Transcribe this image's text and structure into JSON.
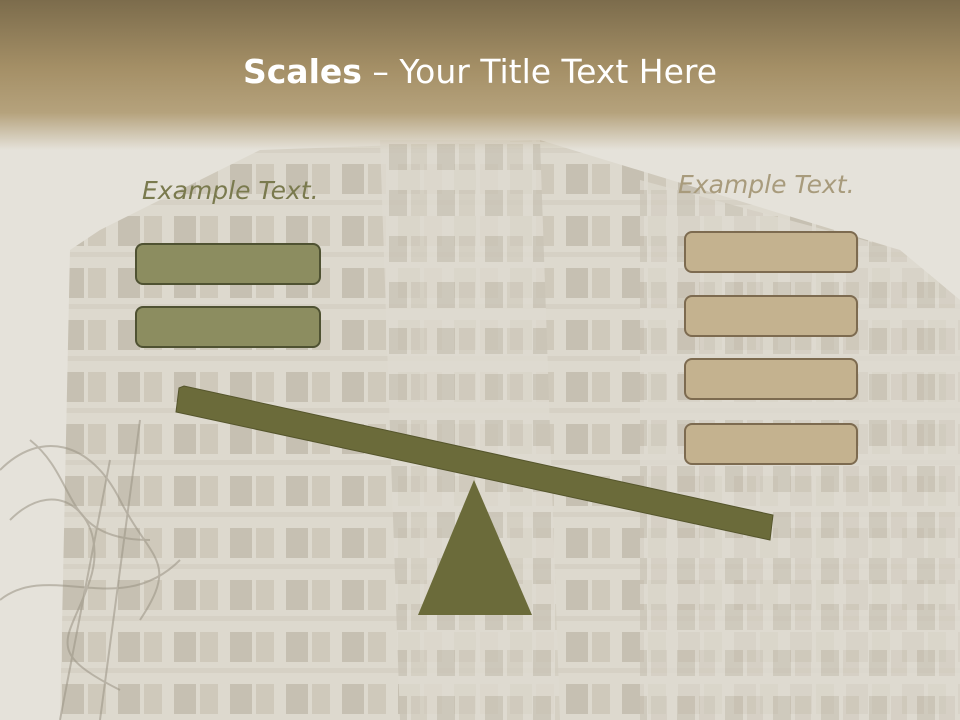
{
  "title": {
    "bold": "Scales",
    "rest": " – Your Title Text Here"
  },
  "left": {
    "label": "Example Text.",
    "boxes": 2
  },
  "right": {
    "label": "Example Text.",
    "boxes": 4
  },
  "colors": {
    "beam": "#6b6b3a",
    "fulcrum": "#6b6b3a",
    "left_box": "#8c8d60",
    "right_box": "#c4b28f",
    "header": "#a48f66"
  }
}
